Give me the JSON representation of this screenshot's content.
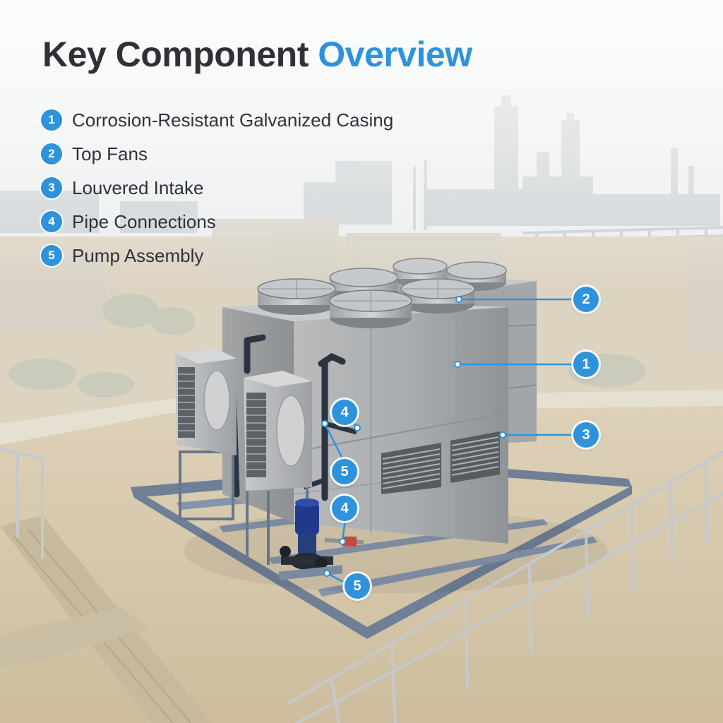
{
  "title": {
    "main": "Key Component",
    "accent": "Overview"
  },
  "legend": [
    {
      "number": "1",
      "label": "Corrosion-Resistant Galvanized Casing"
    },
    {
      "number": "2",
      "label": "Top Fans"
    },
    {
      "number": "3",
      "label": "Louvered Intake"
    },
    {
      "number": "4",
      "label": "Pipe Connections"
    },
    {
      "number": "5",
      "label": "Pump Assembly"
    }
  ],
  "callouts": [
    {
      "number": "2",
      "target": "Top Fans"
    },
    {
      "number": "1",
      "target": "Corrosion-Resistant Galvanized Casing"
    },
    {
      "number": "3",
      "target": "Louvered Intake"
    },
    {
      "number": "4",
      "target": "Pipe Connections"
    },
    {
      "number": "5",
      "target": "Pump Assembly"
    },
    {
      "number": "4",
      "target": "Pipe Connections"
    },
    {
      "number": "5",
      "target": "Pump Assembly"
    }
  ],
  "colors": {
    "accent": "#2f93dc",
    "title_text": "#2e3136",
    "body_text": "#2f3338",
    "badge_text": "#ffffff",
    "rooftop": "#d7c9ad",
    "casing": "#b4b6b8",
    "steel_frame": "#6f7f95",
    "pump": "#1f3a8a"
  }
}
